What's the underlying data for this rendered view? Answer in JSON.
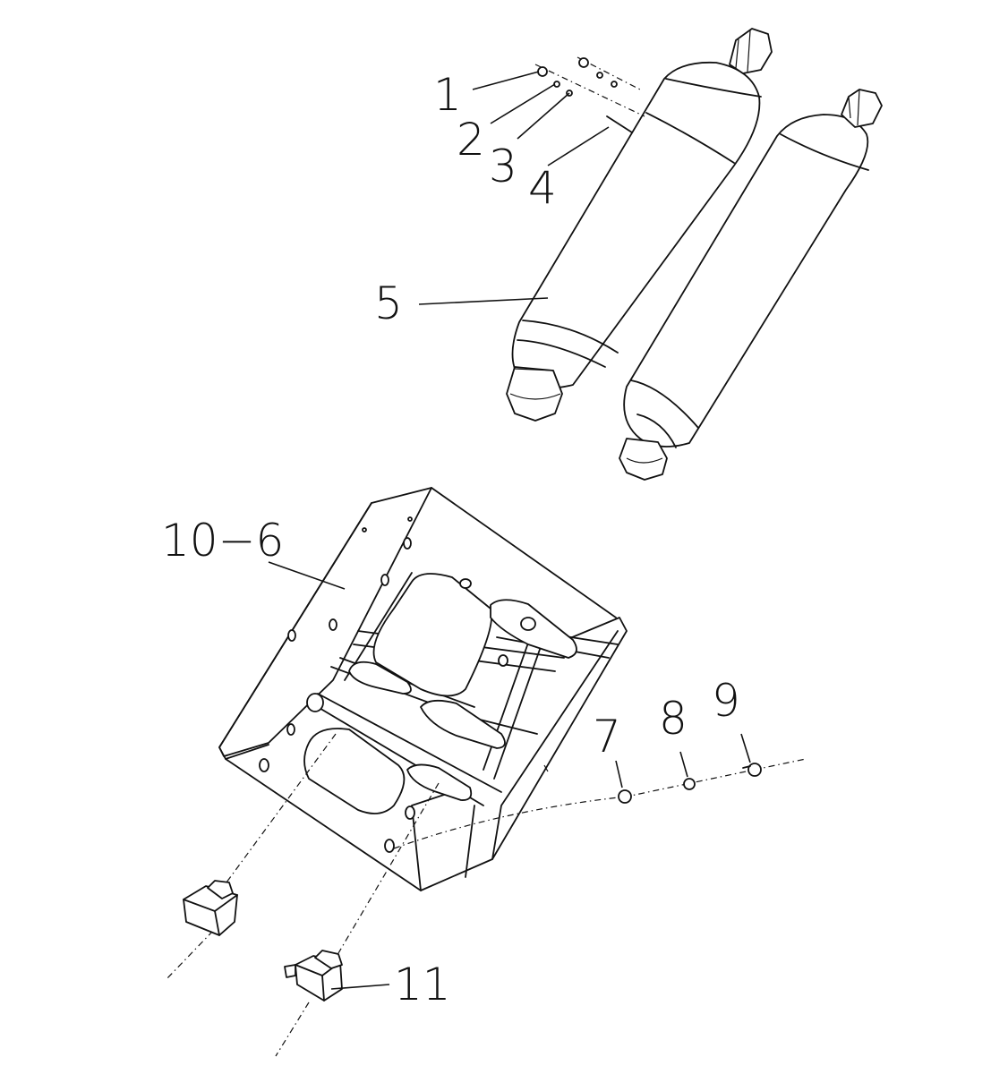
{
  "callouts": [
    {
      "id": "1",
      "text": "1"
    },
    {
      "id": "2",
      "text": "2"
    },
    {
      "id": "3",
      "text": "3"
    },
    {
      "id": "4",
      "text": "4"
    },
    {
      "id": "5",
      "text": "5"
    },
    {
      "id": "10-6",
      "text": "10−6"
    },
    {
      "id": "7",
      "text": "7"
    },
    {
      "id": "8",
      "text": "8"
    },
    {
      "id": "9",
      "text": "9"
    },
    {
      "id": "11",
      "text": "11"
    }
  ]
}
